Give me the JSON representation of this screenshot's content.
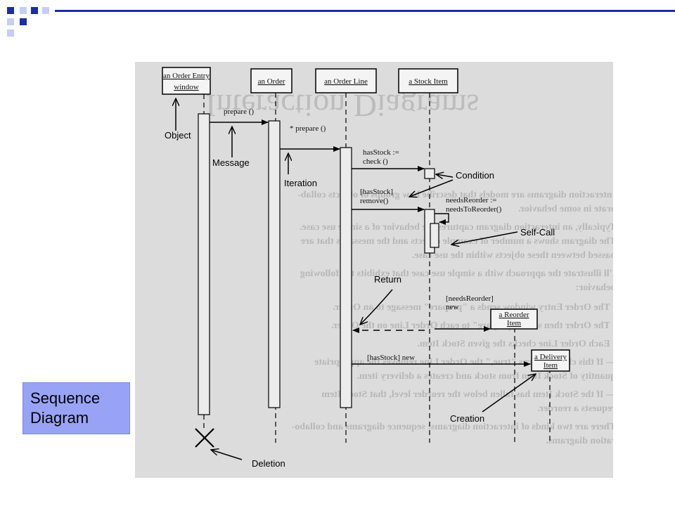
{
  "slide": {
    "label": "Sequence\nDiagram",
    "accent_colors": [
      "#1a2fa0",
      "#99a3f5",
      "#c6cdf7"
    ]
  },
  "diagram": {
    "background_title": "Interaction Diagrams",
    "objects": [
      "an Order Entry window",
      "an Order",
      "an Order Line",
      "a Stock Item"
    ],
    "object_lines": [
      [
        "an Order Entry",
        "window"
      ],
      [
        "an Order"
      ],
      [
        "an Order Line"
      ],
      [
        "a Stock Item"
      ]
    ],
    "messages": {
      "prepare1": "prepare ()",
      "prepare2": "* prepare ()",
      "has_stock_check": [
        "hasStock :=",
        "check ()"
      ],
      "guard_remove": [
        "[hasStock]",
        "remove()"
      ],
      "needs_reorder": [
        "needsReorder :=",
        "needsToReorder()"
      ],
      "guard_new_reorder": [
        "[needsReorder]",
        "new"
      ],
      "guard_new_delivery": "[hasStock] new"
    },
    "created_objects": {
      "reorder": [
        "a Reorder",
        "Item"
      ],
      "delivery": [
        "a Delivery",
        "Item"
      ]
    },
    "annotations": {
      "object": "Object",
      "message": "Message",
      "iteration": "Iteration",
      "condition": "Condition",
      "self_call": "Self-Call",
      "return": "Return",
      "creation": "Creation",
      "deletion": "Deletion"
    },
    "ghost_text": [
      "Interaction diagrams are models that describe how groups of objects collab-",
      "orate in some behavior.",
      "Typically, an interaction diagram captures the behavior of a single use case.",
      "The diagram shows a number of example objects and the messages that are",
      "passed between these objects within the use case.",
      "I'll illustrate the approach with a simple use case that exhibits the following",
      "behavior:",
      "• The Order Entry window sends a \"prepare\" message to an Order.",
      "• The Order then sends \"prepare\" to each Order Line on the Order.",
      "• Each Order Line checks the given Stock Item.",
      "— If this check returns \"true,\" the Order Line removes the appropriate",
      "quantity of Stock Item from stock and creates a delivery item.",
      "— If the Stock Item has fallen below the reorder level, that Stock Item",
      "requests a reorder.",
      "There are two kinds of interaction diagrams: sequence diagrams and collabo-",
      "ration diagrams."
    ]
  }
}
